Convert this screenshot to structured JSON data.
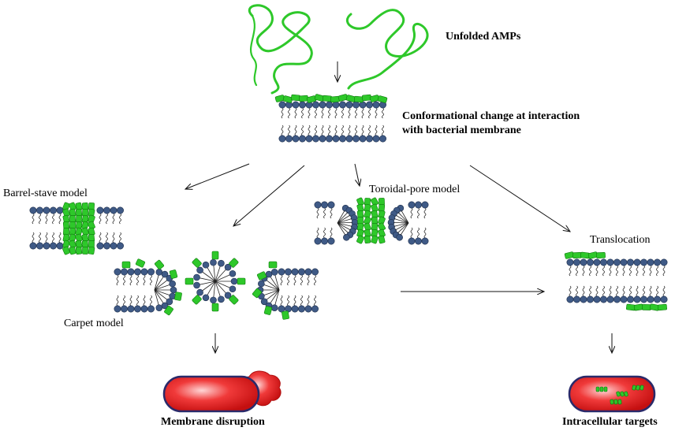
{
  "labels": {
    "unfolded": "Unfolded AMPs",
    "conformational_line1": "Conformational change at interaction",
    "conformational_line2": "with bacterial membrane",
    "barrel_stave": "Barrel-stave model",
    "toroidal_pore": "Toroidal-pore model",
    "translocation": "Translocation",
    "carpet": "Carpet model",
    "membrane_disruption": "Membrane disruption",
    "intracellular": "Intracellular targets"
  },
  "colors": {
    "peptide_green": "#2ec82a",
    "lipid_head_blue": "#3f5a86",
    "bacteria_red": "#e8191a",
    "bacteria_outline": "#2a2a6a"
  }
}
